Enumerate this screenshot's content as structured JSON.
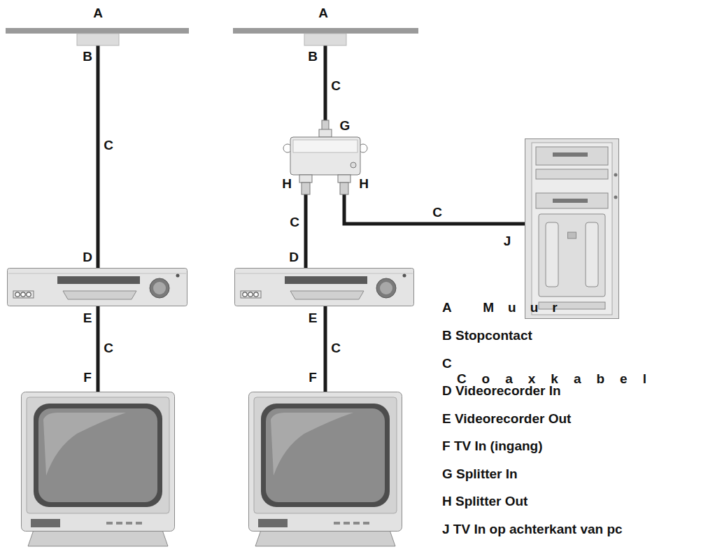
{
  "diagram": {
    "nodes": [
      {
        "text": [
          "A"
        ]
      },
      {
        "text": [
          "B"
        ]
      },
      {
        "text": [
          "D",
          "E"
        ]
      },
      {
        "text": [
          "F"
        ]
      },
      {
        "text": [
          "A"
        ]
      },
      {
        "text": [
          "B"
        ]
      },
      {
        "text": [
          "G",
          "H",
          "H"
        ]
      },
      {
        "text": [
          "D",
          "E"
        ]
      },
      {
        "text": [
          "F"
        ]
      },
      {
        "text": [
          "J"
        ]
      }
    ],
    "edges": [
      {
        "from": 1,
        "to": 2,
        "arrow": "none",
        "label": "C"
      },
      {
        "from": 2,
        "to": 3,
        "arrow": "none",
        "label": "C"
      },
      {
        "from": 5,
        "to": 6,
        "arrow": "none",
        "label": "C"
      },
      {
        "from": 6,
        "to": 7,
        "arrow": "none",
        "label": "C"
      },
      {
        "from": 6,
        "to": 9,
        "arrow": "none",
        "label": "C"
      },
      {
        "from": 7,
        "to": 8,
        "arrow": "none",
        "label": "C"
      }
    ],
    "labels": [
      "A Muur",
      "B Stopcontact",
      "C Coaxkabel",
      "D Videorecorder In",
      "E Videorecorder Out",
      "F TV In (ingang)",
      "G Splitter In",
      "H Splitter Out",
      "J TV In op achterkant van pc"
    ]
  }
}
